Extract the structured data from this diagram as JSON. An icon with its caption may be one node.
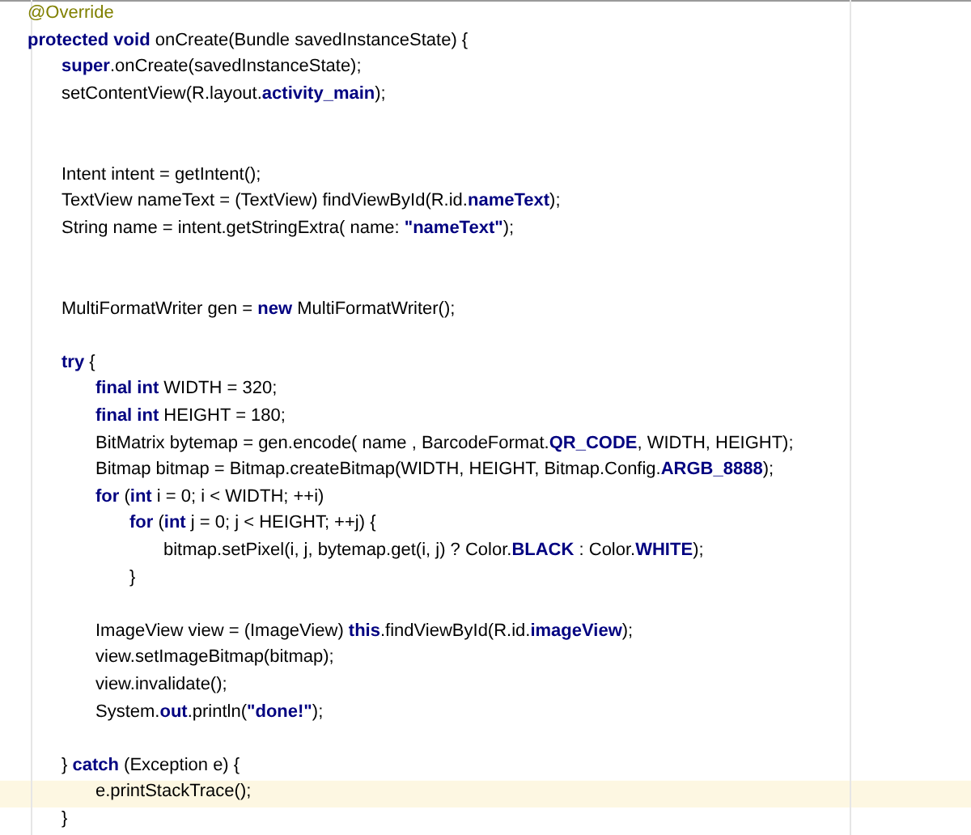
{
  "diagram": {
    "labels": [
      "@Override",
      "**protected void** onCreate(Bundle savedInstanceState) {",
      "**super**.onCreate(savedInstanceState);",
      "setContentView(R.layout.**activity_main**);",
      "Intent intent = getIntent();",
      "TextView nameText = (TextView) findViewById(R.id.**nameText**);",
      "String name = intent.getStringExtra( name: **\"nameText\"**);",
      "MultiFormatWriter gen = **new** MultiFormatWriter();",
      "**try** {",
      "**final int** WIDTH = 320;",
      "**final int** HEIGHT = 180;",
      "BitMatrix bytemap = gen.encode( name , BarcodeFormat.**QR_CODE**, WIDTH, HEIGHT);",
      "Bitmap bitmap = Bitmap.createBitmap(WIDTH, HEIGHT, Bitmap.Config.**ARGB_8888**);",
      "**for** (**int** i = 0; i < WIDTH; ++i)",
      "**for** (**int** j = 0; j < HEIGHT; ++j) {",
      "bitmap.setPixel(i, j, bytemap.get(i, j) ? Color.**BLACK** : Color.**WHITE**);",
      "}",
      "ImageView view = (ImageView) **this**.findViewById(R.id.**imageView**);",
      "view.setImageBitmap(bitmap);",
      "view.invalidate();",
      "System.**out**.println(**\"done!\"**);",
      "} **catch** (Exception e) {",
      "e.printStackTrace();",
      "}"
    ]
  }
}
